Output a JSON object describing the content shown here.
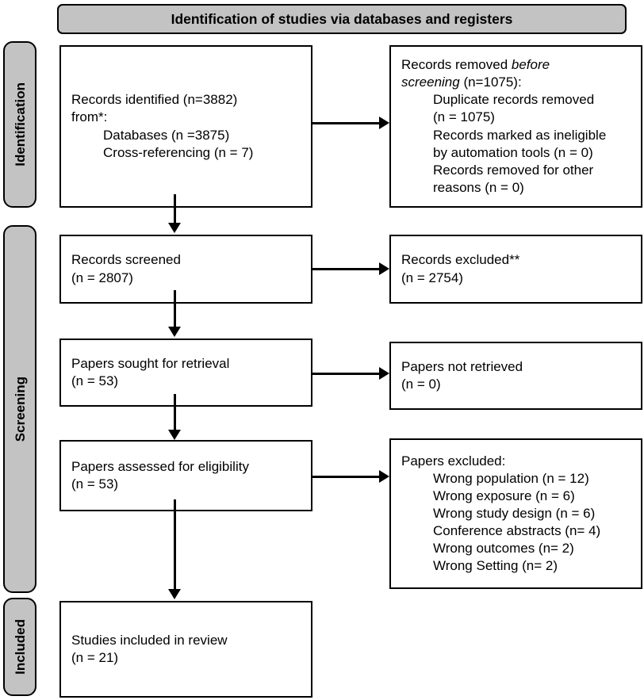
{
  "diagram": {
    "type": "prisma-flow-diagram",
    "banner": {
      "title": "Identification of studies via databases and registers"
    },
    "stages": [
      {
        "id": "identification",
        "label": "Identification"
      },
      {
        "id": "screening",
        "label": "Screening"
      },
      {
        "id": "included",
        "label": "Included"
      }
    ],
    "boxes": {
      "records_identified": {
        "lines": [
          {
            "text": "Records identified (n=3882)",
            "indent": false
          },
          {
            "text": "from*:",
            "indent": false
          },
          {
            "text": "Databases (n =3875)",
            "indent": true
          },
          {
            "text": "Cross-referencing (n = 7)",
            "indent": true
          }
        ]
      },
      "records_removed": {
        "lines": [
          {
            "text": "Records removed ",
            "italic_tail": "before",
            "indent": false
          },
          {
            "italic_head": "screening",
            "text": " (n=1075):",
            "indent": false
          },
          {
            "text": "Duplicate records removed",
            "indent": true
          },
          {
            "text": "(n = 1075)",
            "indent": true
          },
          {
            "text": "Records marked as ineligible",
            "indent": true
          },
          {
            "text": "by automation tools (n = 0)",
            "indent": true
          },
          {
            "text": "Records removed for other",
            "indent": true
          },
          {
            "text": "reasons (n = 0)",
            "indent": true
          }
        ]
      },
      "records_screened": {
        "lines": [
          {
            "text": "Records screened",
            "indent": false
          },
          {
            "text": "(n = 2807)",
            "indent": false
          }
        ]
      },
      "records_excluded": {
        "lines": [
          {
            "text": "Records excluded**",
            "indent": false
          },
          {
            "text": "(n = 2754)",
            "indent": false
          }
        ]
      },
      "papers_sought": {
        "lines": [
          {
            "text": "Papers sought for retrieval",
            "indent": false
          },
          {
            "text": "(n = 53)",
            "indent": false
          }
        ]
      },
      "papers_not_retrieved": {
        "lines": [
          {
            "text": "Papers not retrieved",
            "indent": false
          },
          {
            "text": "(n = 0)",
            "indent": false
          }
        ]
      },
      "papers_assessed": {
        "lines": [
          {
            "text": "Papers assessed for eligibility",
            "indent": false
          },
          {
            "text": "(n = 53)",
            "indent": false
          }
        ]
      },
      "papers_excluded": {
        "lines": [
          {
            "text": "Papers excluded:",
            "indent": false
          },
          {
            "text": "Wrong population (n = 12)",
            "indent": true
          },
          {
            "text": "Wrong exposure (n = 6)",
            "indent": true
          },
          {
            "text": "Wrong study design (n = 6)",
            "indent": true
          },
          {
            "text": "Conference abstracts (n= 4)",
            "indent": true
          },
          {
            "text": "Wrong outcomes (n= 2)",
            "indent": true
          },
          {
            "text": "Wrong Setting (n= 2)",
            "indent": true
          }
        ]
      },
      "studies_included": {
        "lines": [
          {
            "text": "Studies included in review",
            "indent": false
          },
          {
            "text": "(n = 21)",
            "indent": false
          }
        ]
      }
    },
    "colors": {
      "stage_fill": "#c3c3c3",
      "banner_fill": "#c3c3c3",
      "box_fill": "#ffffff",
      "stroke": "#000000",
      "text": "#000000"
    }
  }
}
